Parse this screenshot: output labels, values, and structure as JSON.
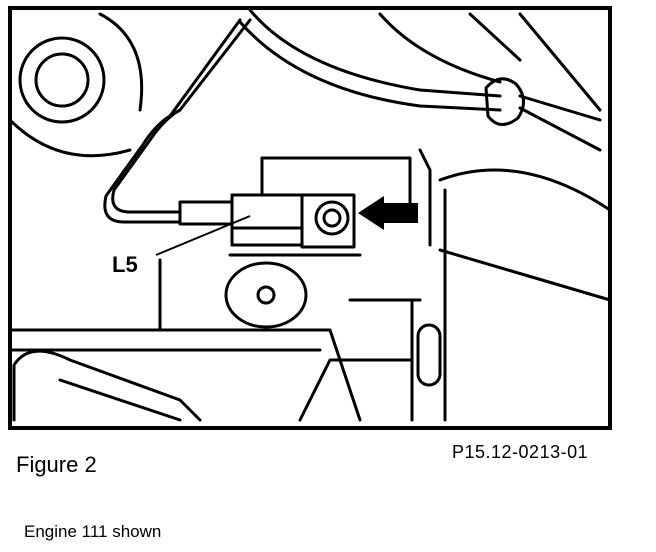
{
  "figure": {
    "callout_label": "L5",
    "title": "Figure 2",
    "reference_code": "P15.12-0213-01",
    "note": "Engine 111 shown"
  }
}
